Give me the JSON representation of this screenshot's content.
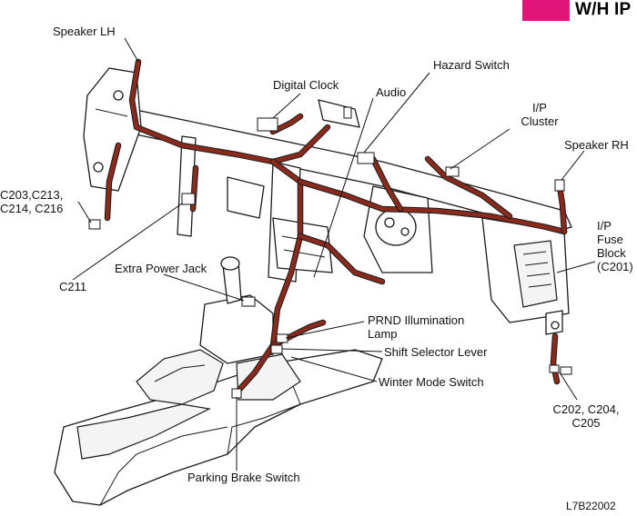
{
  "header": {
    "section_tag": "W/H IP",
    "tag_color": "#e0157a"
  },
  "colors": {
    "harness": "#8a2a1c",
    "line": "#1a1a1a"
  },
  "labels": {
    "speaker_lh": "Speaker LH",
    "digital_clock": "Digital Clock",
    "audio": "Audio",
    "hazard_switch": "Hazard Switch",
    "ip_cluster_line1": "I/P",
    "ip_cluster_line2": "Cluster",
    "speaker_rh": "Speaker RH",
    "c203_line1": "C203,C213,",
    "c203_line2": "C214, C216",
    "ip_fuse_line1": "I/P",
    "ip_fuse_line2": "Fuse",
    "ip_fuse_line3": "Block",
    "ip_fuse_line4": "(C201)",
    "c211": "C211",
    "extra_power_jack": "Extra Power Jack",
    "prnd_line1": "PRND Illumination",
    "prnd_line2": "Lamp",
    "shift_selector": "Shift Selector Lever",
    "winter_mode": "Winter Mode Switch",
    "c202_line1": "C202, C204,",
    "c202_line2": "C205",
    "parking_brake": "Parking Brake Switch"
  },
  "figure_code": "L7B22002"
}
